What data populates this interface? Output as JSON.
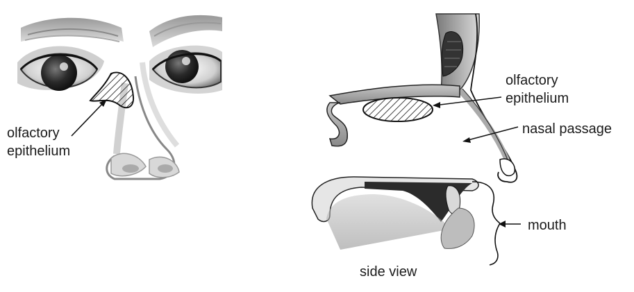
{
  "front_view": {
    "label_line1": "olfactory",
    "label_line2": "epithelium"
  },
  "side_view": {
    "olfactory_line1": "olfactory",
    "olfactory_line2": "epithelium",
    "nasal_passage": "nasal passage",
    "mouth": "mouth",
    "caption": "side view"
  },
  "icons": {
    "front": "front-face-nose-illustration",
    "side": "side-head-cross-section-illustration"
  },
  "colors": {
    "ink": "#1a1a1a",
    "tissue_gray": "#9a9a9a",
    "dark_cavity": "#2a2a2a",
    "background": "#ffffff"
  }
}
